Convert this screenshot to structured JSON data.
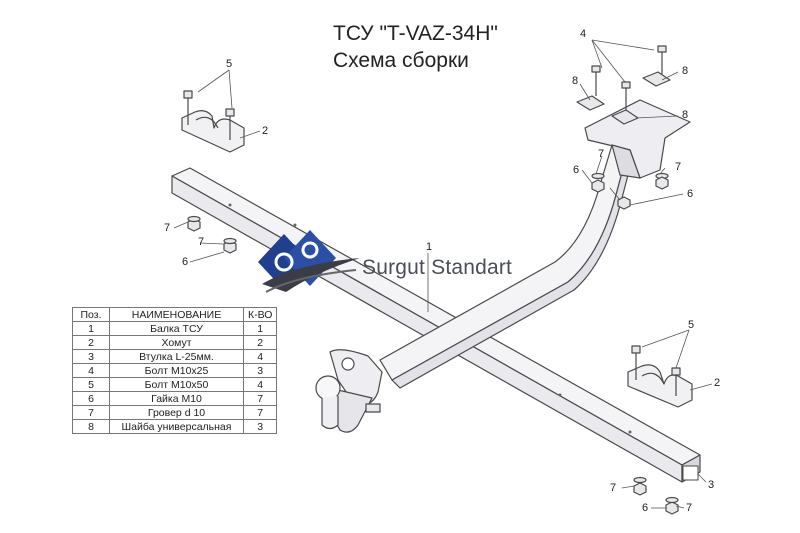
{
  "title": {
    "line1": "ТСУ \"T-VAZ-34H\"",
    "line2": "Схема сборки"
  },
  "brand": {
    "text": "Surgut Standart"
  },
  "callouts": {
    "c1": "1",
    "c2a": "2",
    "c2b": "2",
    "c3": "3",
    "c4": "4",
    "c5a": "5",
    "c5b": "5",
    "c6a": "6",
    "c6b": "6",
    "c6c": "6",
    "c6d": "6",
    "c7a": "7",
    "c7b": "7",
    "c7c": "7",
    "c7d": "7",
    "c7e": "7",
    "c7f": "7",
    "c8a": "8",
    "c8b": "8",
    "c8c": "8"
  },
  "table": {
    "headers": [
      "Поз.",
      "НАИМЕНОВАНИЕ",
      "К-ВО"
    ],
    "rows": [
      [
        "1",
        "Балка ТСУ",
        "1"
      ],
      [
        "2",
        "Хомут",
        "2"
      ],
      [
        "3",
        "Втулка L-25мм.",
        "4"
      ],
      [
        "4",
        "Болт М10х25",
        "3"
      ],
      [
        "5",
        "Болт М10х50",
        "4"
      ],
      [
        "6",
        "Гайка  М10",
        "7"
      ],
      [
        "7",
        "Гровер d 10",
        "7"
      ],
      [
        "8",
        "Шайба универсальная",
        "3"
      ]
    ]
  },
  "colors": {
    "line": "#4a4a4a",
    "fill": "#ffffff",
    "shade": "#e6e6ea",
    "logo_blue": "#1f3f8f"
  }
}
